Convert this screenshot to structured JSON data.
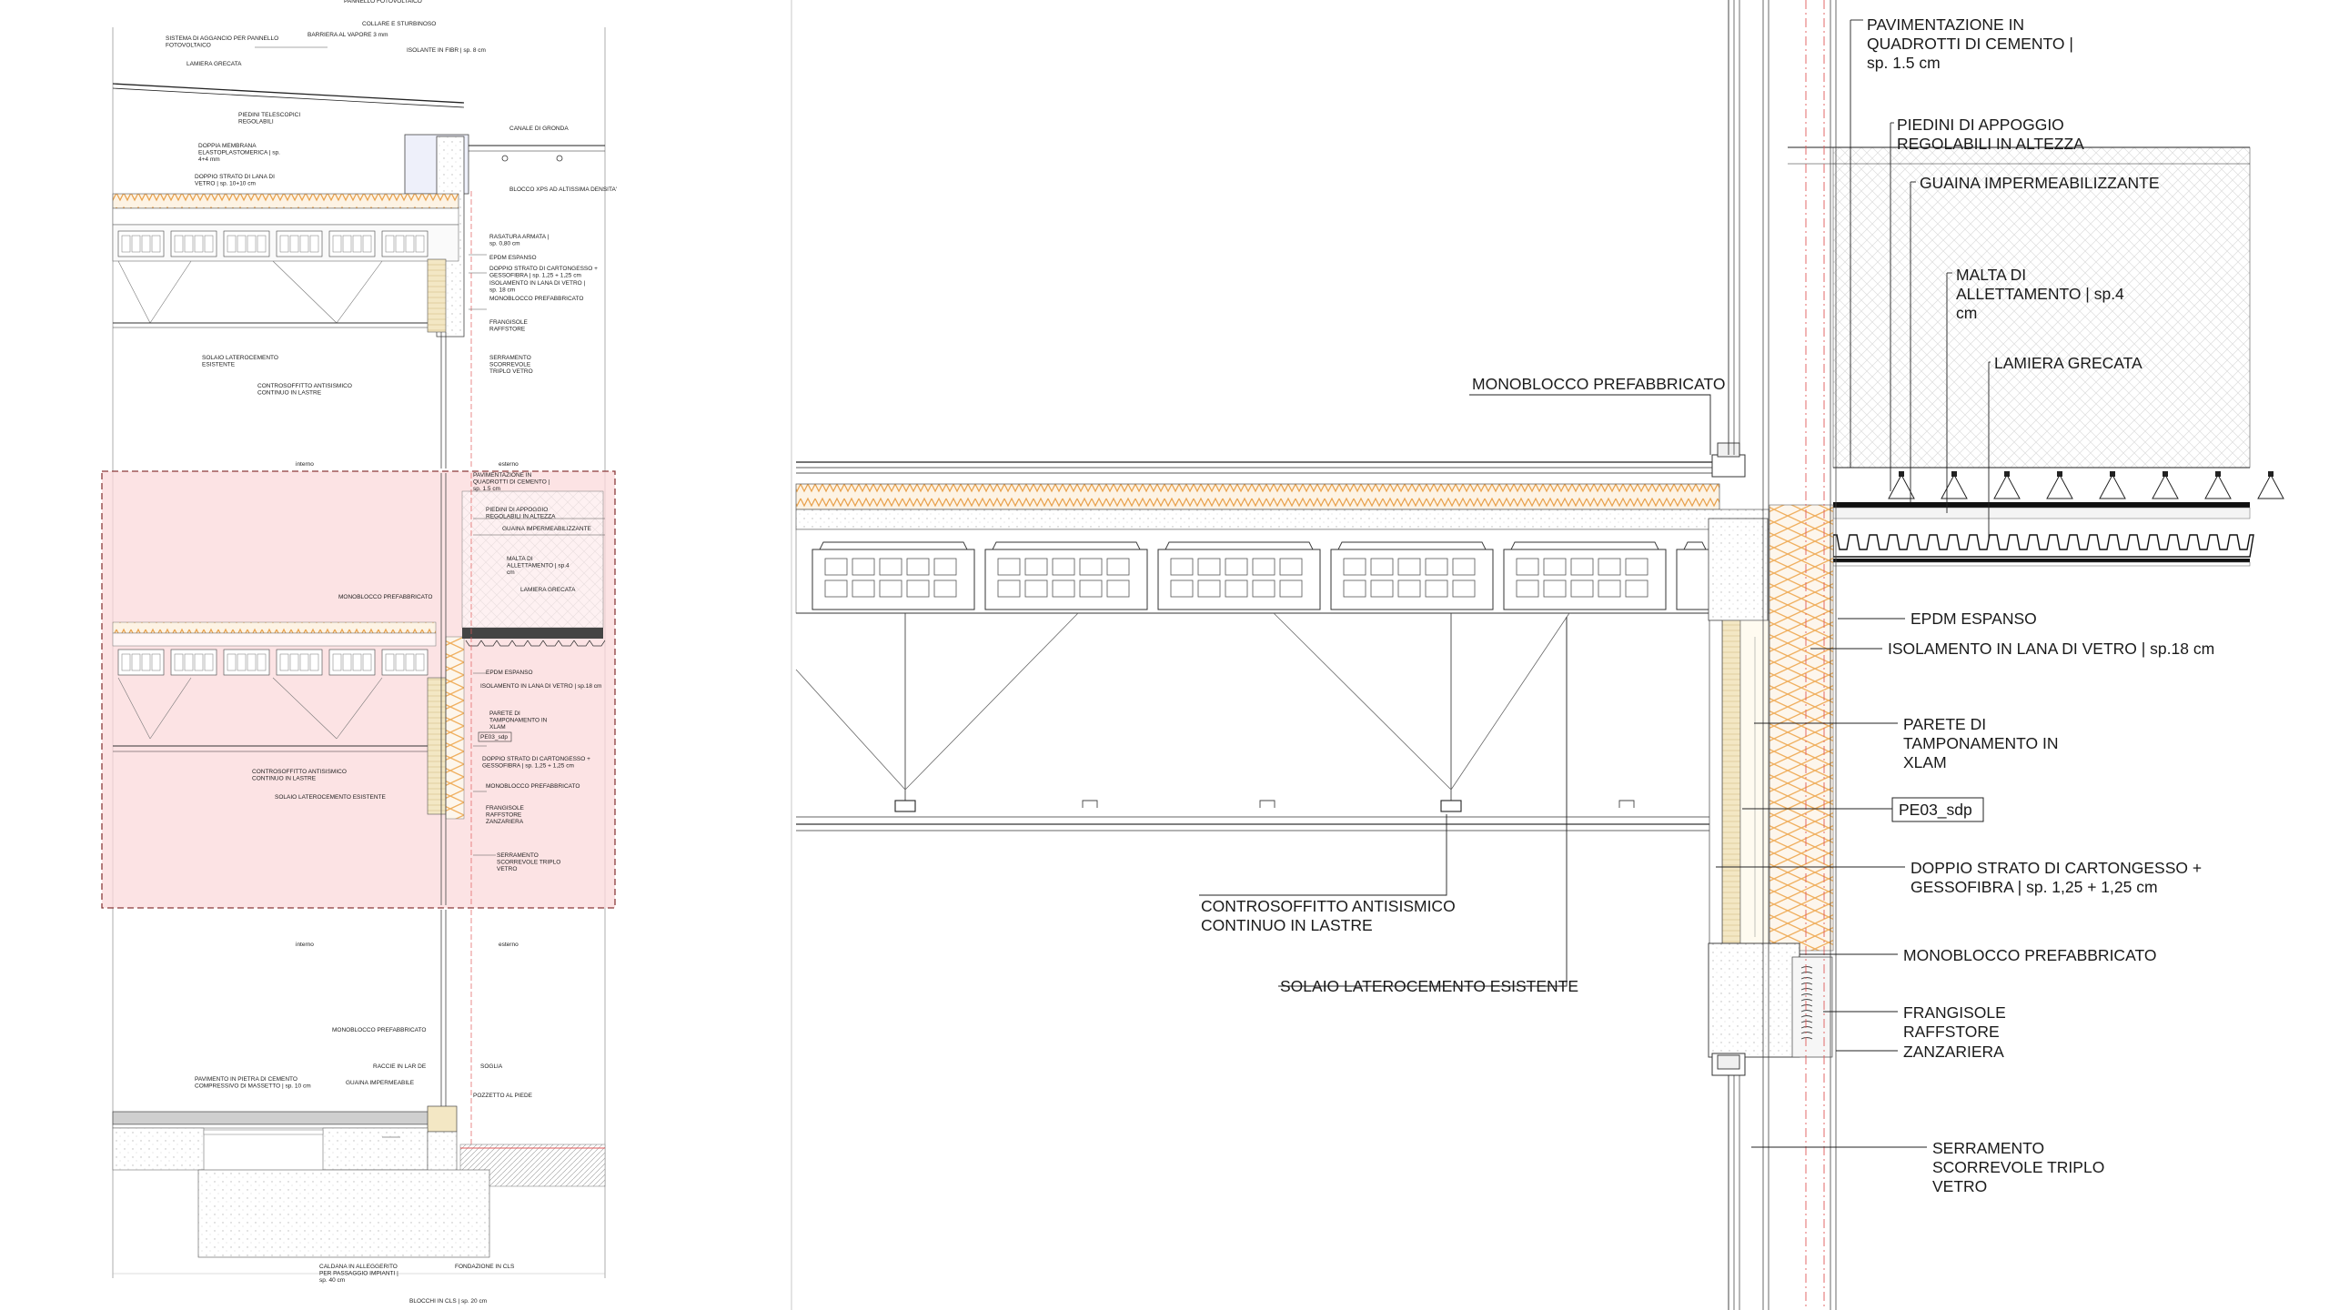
{
  "left_panel": {
    "labels_top": [
      {
        "id": "t1",
        "lines": [
          "PANNELLO FOTOVOLTAICO"
        ]
      },
      {
        "id": "t2",
        "lines": [
          "COLLARE E STURBINOSO"
        ]
      },
      {
        "id": "t3",
        "lines": [
          "SISTEMA DI AGGANCIO PER PANNELLO",
          "FOTOVOLTAICO"
        ]
      },
      {
        "id": "t4",
        "lines": [
          "BARRIERA AL VAPORE 3 mm"
        ]
      },
      {
        "id": "t5",
        "lines": [
          "ISOLANTE IN FIBR | sp. 8 cm"
        ]
      },
      {
        "id": "t6",
        "lines": [
          "LAMIERA GRECATA"
        ]
      },
      {
        "id": "t7",
        "lines": [
          "PIEDINI TELESCOPICI",
          "REGOLABILI"
        ]
      },
      {
        "id": "t8",
        "lines": [
          "DOPPIA MEMBRANA",
          "ELASTOPLASTOMERICA | sp.",
          "4+4 mm"
        ]
      },
      {
        "id": "t9",
        "lines": [
          "DOPPIO STRATO DI LANA DI",
          "VETRO | sp. 10+10 cm"
        ]
      },
      {
        "id": "t10",
        "lines": [
          "CANALE DI GRONDA"
        ]
      },
      {
        "id": "t11",
        "lines": [
          "BLOCCO XPS AD ALTISSIMA DENSITA'"
        ]
      },
      {
        "id": "t12",
        "lines": [
          "RASATURA ARMATA |",
          "sp. 0,80 cm"
        ]
      },
      {
        "id": "t13",
        "lines": [
          "EPDM ESPANSO"
        ]
      },
      {
        "id": "t14",
        "lines": [
          "DOPPIO STRATO DI CARTONGESSO +",
          "GESSOFIBRA | sp. 1,25 + 1,25 cm"
        ]
      },
      {
        "id": "t15",
        "lines": [
          "ISOLAMENTO IN LANA DI VETRO |",
          "sp. 18 cm"
        ]
      },
      {
        "id": "t16",
        "lines": [
          "MONOBLOCCO PREFABBRICATO"
        ]
      },
      {
        "id": "t17",
        "lines": [
          "FRANGISOLE",
          "RAFFSTORE"
        ]
      },
      {
        "id": "t18",
        "lines": [
          "SERRAMENTO",
          "SCORREVOLE",
          "TRIPLO VETRO"
        ]
      },
      {
        "id": "t19",
        "lines": [
          "SOLAIO LATEROCEMENTO",
          "ESISTENTE"
        ]
      },
      {
        "id": "t20",
        "lines": [
          "CONTROSOFFITTO ANTISISMICO",
          "CONTINUO IN LASTRE"
        ]
      }
    ],
    "interno_1": "interno",
    "esterno_1": "esterno",
    "labels_mid": [
      {
        "id": "m1",
        "lines": [
          "PAVIMENTAZIONE IN",
          "QUADROTTI DI CEMENTO |",
          "sp. 1.5 cm"
        ]
      },
      {
        "id": "m2",
        "lines": [
          "PIEDINI DI APPOGGIO",
          "REGOLABILI IN ALTEZZA"
        ]
      },
      {
        "id": "m3",
        "lines": [
          "GUAINA IMPERMEABILIZZANTE"
        ]
      },
      {
        "id": "m4",
        "lines": [
          "MALTA DI",
          "ALLETTAMENTO | sp.4",
          "cm"
        ]
      },
      {
        "id": "m5",
        "lines": [
          "LAMIERA GRECATA"
        ]
      },
      {
        "id": "m6",
        "lines": [
          "MONOBLOCCO PREFABBRICATO"
        ]
      },
      {
        "id": "m7",
        "lines": [
          "EPDM ESPANSO"
        ]
      },
      {
        "id": "m8",
        "lines": [
          "ISOLAMENTO IN LANA DI VETRO | sp.18 cm"
        ]
      },
      {
        "id": "m9",
        "lines": [
          "PARETE DI",
          "TAMPONAMENTO IN",
          "XLAM"
        ]
      },
      {
        "id": "m10",
        "lines": [
          "PE03_sdp"
        ]
      },
      {
        "id": "m11",
        "lines": [
          "DOPPIO STRATO DI CARTONGESSO +",
          "GESSOFIBRA | sp. 1,25 + 1,25 cm"
        ]
      },
      {
        "id": "m12",
        "lines": [
          "CONTROSOFFITTO ANTISISMICO",
          "CONTINUO IN LASTRE"
        ]
      },
      {
        "id": "m13",
        "lines": [
          "SOLAIO LATEROCEMENTO ESISTENTE"
        ]
      },
      {
        "id": "m14",
        "lines": [
          "MONOBLOCCO PREFABBRICATO"
        ]
      },
      {
        "id": "m15",
        "lines": [
          "FRANGISOLE",
          "RAFFSTORE",
          "ZANZARIERA"
        ]
      },
      {
        "id": "m16",
        "lines": [
          "SERRAMENTO",
          "SCORREVOLE TRIPLO",
          "VETRO"
        ]
      }
    ],
    "interno_2": "interno",
    "esterno_2": "esterno",
    "labels_bottom": [
      {
        "id": "b1",
        "lines": [
          "MONOBLOCCO PREFABBRICATO"
        ]
      },
      {
        "id": "b2",
        "lines": [
          "RACCIE IN LAR DE"
        ]
      },
      {
        "id": "b3",
        "lines": [
          "GUAINA IMPERMEABILE"
        ]
      },
      {
        "id": "b4",
        "lines": [
          "PAVIMENTO IN PIETRA DI CEMENTO",
          "COMPRESSIVO DI MASSETTO | sp. 10 cm"
        ]
      },
      {
        "id": "b5",
        "lines": [
          "SOGLIA"
        ]
      },
      {
        "id": "b6",
        "lines": [
          "POZZETTO AL PIEDE"
        ]
      },
      {
        "id": "b7",
        "lines": [
          "CALDANA IN ALLEGGERITO",
          "PER PASSAGGIO IMPIANTI |",
          "sp. 40 cm"
        ]
      },
      {
        "id": "b8",
        "lines": [
          "FONDAZIONE IN CLS"
        ]
      },
      {
        "id": "b9",
        "lines": [
          "BLOCCHI IN CLS | sp. 20 cm"
        ]
      }
    ]
  },
  "detail": {
    "pavimentazione": [
      "PAVIMENTAZIONE IN",
      "QUADROTTI DI CEMENTO |",
      "sp. 1.5 cm"
    ],
    "piedini": [
      "PIEDINI DI APPOGGIO",
      "REGOLABILI IN ALTEZZA"
    ],
    "guaina": [
      "GUAINA IMPERMEABILIZZANTE"
    ],
    "malta": [
      "MALTA DI",
      "ALLETTAMENTO | sp.4",
      "cm"
    ],
    "lamiera": [
      "LAMIERA GRECATA"
    ],
    "monoblocco_top": [
      "MONOBLOCCO PREFABBRICATO"
    ],
    "epdm": [
      "EPDM ESPANSO"
    ],
    "isolamento": [
      "ISOLAMENTO IN LANA DI VETRO | sp.18 cm"
    ],
    "parete": [
      "PARETE DI",
      "TAMPONAMENTO IN",
      "XLAM"
    ],
    "tag": "PE03_sdp",
    "doppio": [
      "DOPPIO STRATO DI CARTONGESSO +",
      "GESSOFIBRA | sp. 1,25 + 1,25 cm"
    ],
    "monoblocco_bottom": [
      "MONOBLOCCO PREFABBRICATO"
    ],
    "frangisole": [
      "FRANGISOLE",
      "RAFFSTORE"
    ],
    "zanzariera": [
      "ZANZARIERA"
    ],
    "serramento": [
      "SERRAMENTO",
      "SCORREVOLE TRIPLO",
      "VETRO"
    ],
    "controsoffitto": [
      "CONTROSOFFITTO ANTISISMICO",
      "CONTINUO IN LASTRE"
    ],
    "solaio": [
      "SOLAIO LATEROCEMENTO ESISTENTE"
    ]
  }
}
